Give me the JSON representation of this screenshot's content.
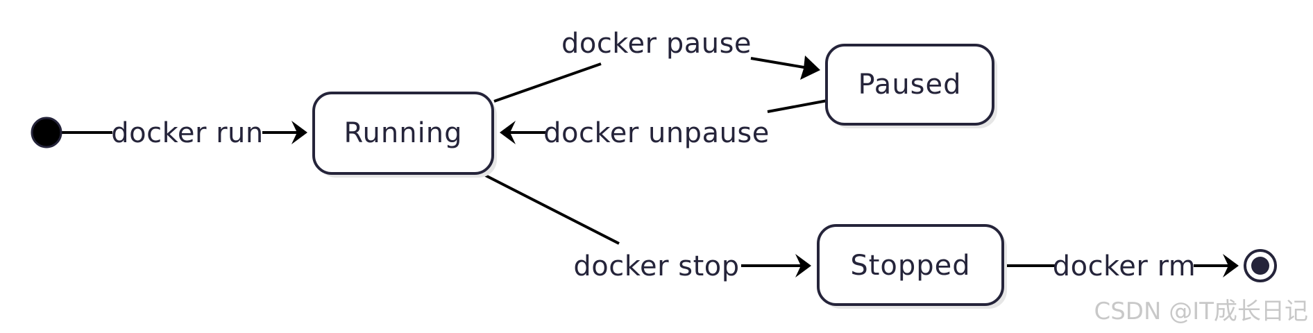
{
  "diagram": {
    "states": {
      "running": "Running",
      "paused": "Paused",
      "stopped": "Stopped"
    },
    "transitions": {
      "run": "docker run",
      "pause": "docker pause",
      "unpause": "docker unpause",
      "stop": "docker stop",
      "rm": "docker rm"
    },
    "pseudo_states": {
      "start_icon": "filled-circle",
      "end_icon": "bullseye-circle"
    }
  },
  "watermark": "CSDN @IT成长日记",
  "colors": {
    "state_border": "#25243a",
    "state_fill": "#ffffff",
    "text": "#25243a",
    "edge": "#000000",
    "watermark": "#c8c8c8"
  }
}
